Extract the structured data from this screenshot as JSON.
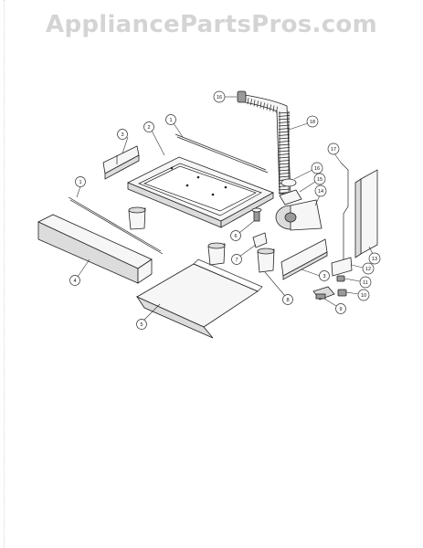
{
  "watermark": {
    "text": "AppliancePartsPros.com"
  },
  "callouts": [
    {
      "id": "c1a",
      "label": "1"
    },
    {
      "id": "c2",
      "label": "2"
    },
    {
      "id": "c3a",
      "label": "3"
    },
    {
      "id": "c1b",
      "label": "1"
    },
    {
      "id": "c4",
      "label": "4"
    },
    {
      "id": "c5",
      "label": "5"
    },
    {
      "id": "c6",
      "label": "6"
    },
    {
      "id": "c7",
      "label": "7"
    },
    {
      "id": "c8",
      "label": "8"
    },
    {
      "id": "c3b",
      "label": "3"
    },
    {
      "id": "c9",
      "label": "9"
    },
    {
      "id": "c10",
      "label": "10"
    },
    {
      "id": "c11",
      "label": "11"
    },
    {
      "id": "c12",
      "label": "12"
    },
    {
      "id": "c13",
      "label": "13"
    },
    {
      "id": "c14",
      "label": "14"
    },
    {
      "id": "c15",
      "label": "15"
    },
    {
      "id": "c16a",
      "label": "16"
    },
    {
      "id": "c16b",
      "label": "16"
    },
    {
      "id": "c17",
      "label": "17"
    },
    {
      "id": "c18",
      "label": "18"
    }
  ]
}
